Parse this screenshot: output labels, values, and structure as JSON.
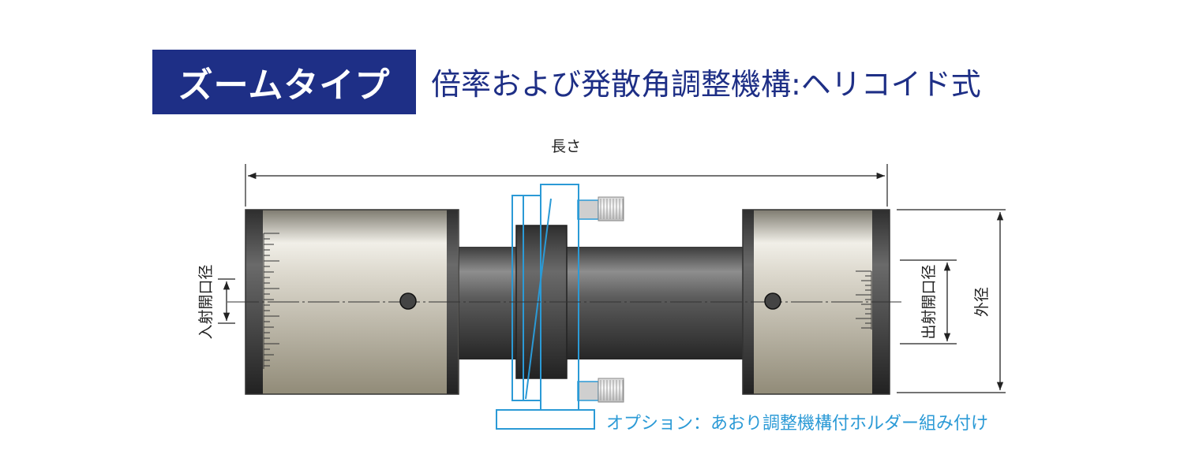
{
  "header": {
    "badge_label": "ズームタイプ",
    "title": "倍率および発散角調整機構:ヘリコイド式"
  },
  "dimensions": {
    "length": "長さ",
    "entrance_aperture": "入射開口径",
    "exit_aperture": "出射開口径",
    "outer_diameter": "外径"
  },
  "option_note": "オプション：あおり調整機構付ホルダー組み付け",
  "colors": {
    "header_bg": "#1e2f86",
    "header_text": "#1e2f86",
    "option_outline": "#2b9ad6",
    "dimension_line": "#222222"
  }
}
